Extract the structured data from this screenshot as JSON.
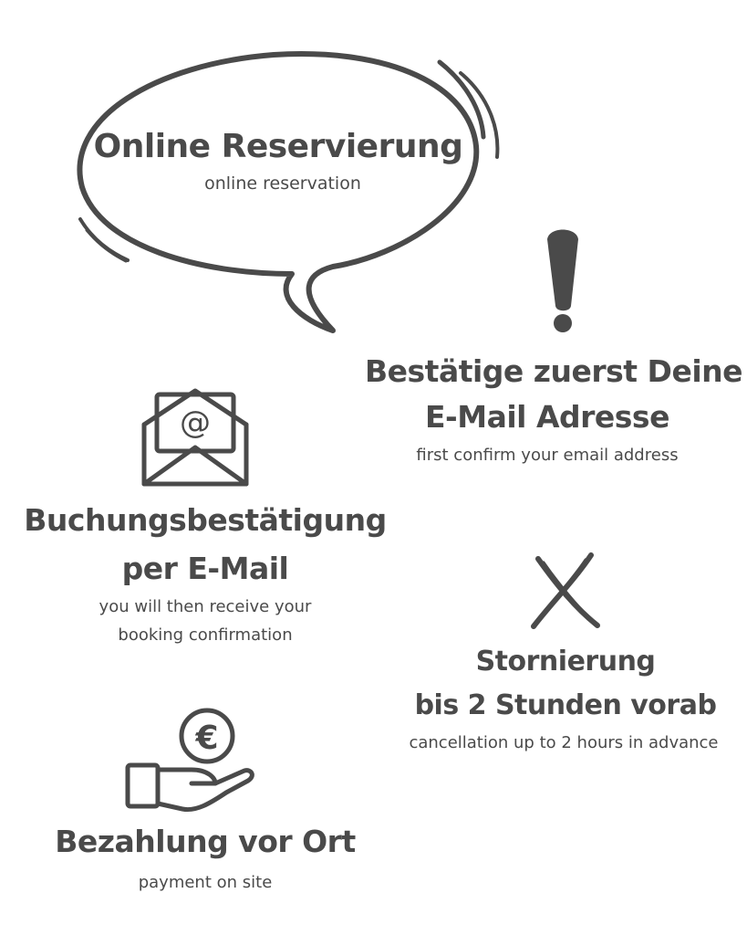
{
  "bubble": {
    "title": "Online Reservierung",
    "subtitle": "online reservation"
  },
  "confirm_email": {
    "icon": "exclamation-icon",
    "title_line1": "Bestätige zuerst Deine",
    "title_line2": "E-Mail Adresse",
    "subtitle": "first confirm your email address"
  },
  "booking_confirmation": {
    "icon": "envelope-at-icon",
    "title_line1": "Buchungsbestätigung",
    "title_line2": "per E-Mail",
    "subtitle_line1": "you will then receive your",
    "subtitle_line2": "booking confirmation"
  },
  "cancellation": {
    "icon": "cross-icon",
    "title_line1": "Stornierung",
    "title_line2": "bis 2 Stunden vorab",
    "subtitle": "cancellation up to 2 hours in advance"
  },
  "payment": {
    "icon": "hand-euro-coin-icon",
    "title": "Bezahlung vor Ort",
    "subtitle": "payment on site"
  },
  "colors": {
    "text": "#4a4a4a",
    "background": "#ffffff"
  }
}
